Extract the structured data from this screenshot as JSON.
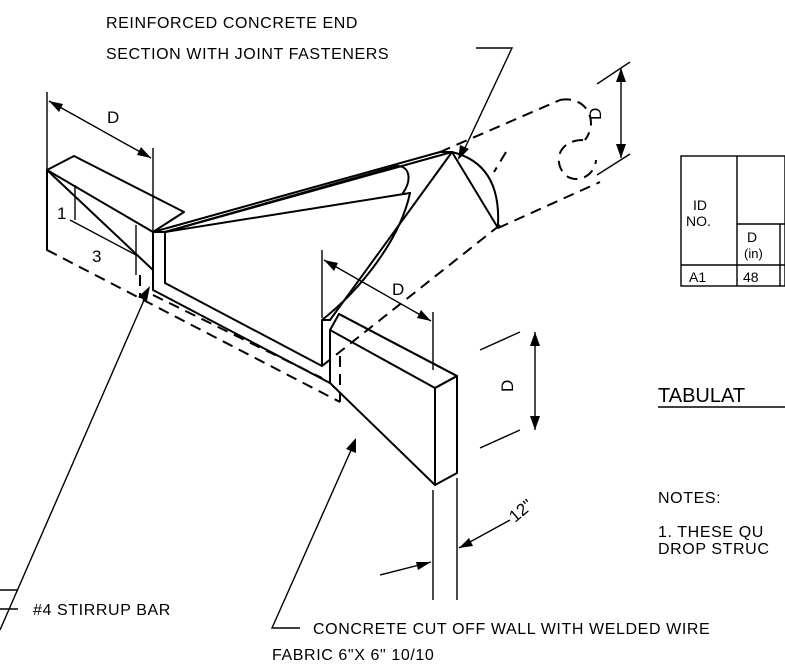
{
  "callouts": {
    "end_section_line1": "REINFORCED CONCRETE END",
    "end_section_line2": "SECTION WITH JOINT FASTENERS",
    "stirrup_bar": "#4 STIRRUP BAR",
    "cutoff_wall_line1": "CONCRETE CUT OFF WALL WITH WELDED WIRE",
    "cutoff_wall_line2": "FABRIC 6\"X 6\" 10/10"
  },
  "dimensions": {
    "d_top": "D",
    "d_pipe": "D",
    "d_middle": "D",
    "d_wall": "D",
    "wall_thickness": "12\"",
    "slope_rise": "1",
    "slope_run": "3"
  },
  "table": {
    "id_header_line1": "ID",
    "id_header_line2": "NO.",
    "d_header": "D",
    "d_unit": "(in)",
    "rows": [
      {
        "id": "A1",
        "d": "48"
      }
    ]
  },
  "tabulation_title": "TABULAT",
  "notes": {
    "header": "NOTES:",
    "line1": "1. THESE QU",
    "line2": "DROP STRUC"
  }
}
